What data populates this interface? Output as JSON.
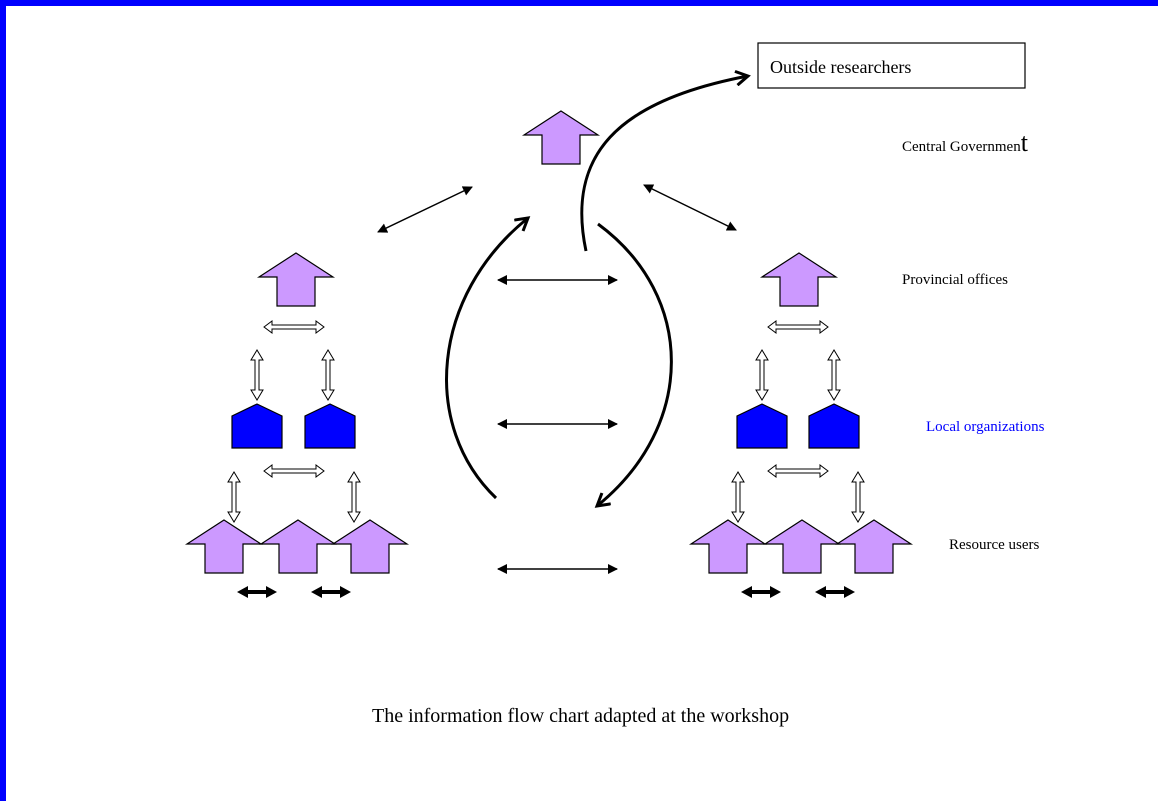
{
  "labels": {
    "outside_researchers": "Outside researchers",
    "central_government_main": "Central Governmen",
    "central_government_last": "t",
    "provincial_offices": "Provincial offices",
    "local_organizations": "Local organizations",
    "resource_users": "Resource users",
    "caption": "The information flow chart adapted at the workshop"
  },
  "colors": {
    "frame": "#0000ff",
    "government_house": "#cc99ff",
    "local_org_house": "#0000ff",
    "local_org_label": "#0000ff",
    "outline": "#000000"
  },
  "icons": {
    "government_node": "house-up-arrow-icon",
    "local_org_node": "pentagon-house-icon",
    "flow": "double-headed-arrow-icon"
  }
}
